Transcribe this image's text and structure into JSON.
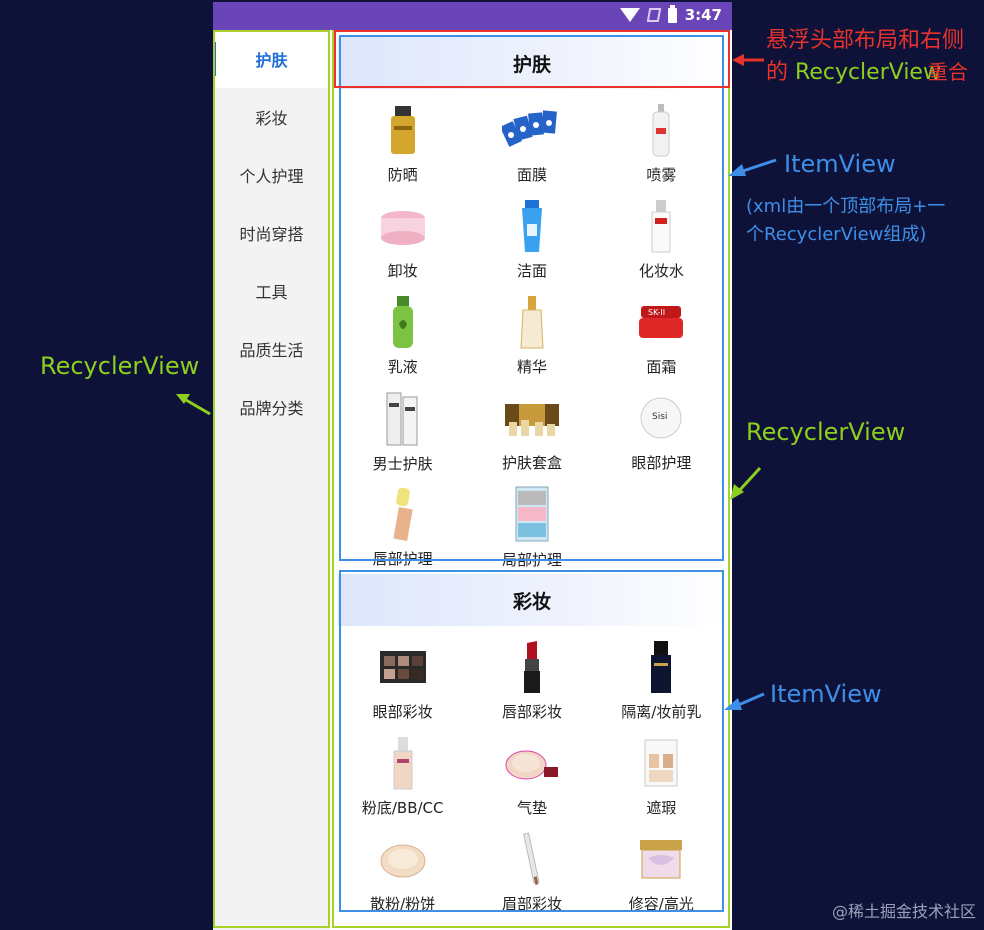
{
  "status_bar": {
    "time": "3:47",
    "icons": [
      "wifi-icon",
      "no-signal-icon",
      "battery-icon"
    ]
  },
  "sidebar": {
    "items": [
      {
        "label": "护肤",
        "active": true
      },
      {
        "label": "彩妆"
      },
      {
        "label": "个人护理"
      },
      {
        "label": "时尚穿搭"
      },
      {
        "label": "工具"
      },
      {
        "label": "品质生活"
      },
      {
        "label": "品牌分类"
      }
    ]
  },
  "sections": [
    {
      "title": "护肤",
      "items": [
        {
          "label": "防晒",
          "icon": "sunscreen-icon"
        },
        {
          "label": "面膜",
          "icon": "face-mask-icon"
        },
        {
          "label": "喷雾",
          "icon": "spray-icon"
        },
        {
          "label": "卸妆",
          "icon": "makeup-remover-icon"
        },
        {
          "label": "洁面",
          "icon": "cleanser-icon"
        },
        {
          "label": "化妆水",
          "icon": "toner-icon"
        },
        {
          "label": "乳液",
          "icon": "lotion-icon"
        },
        {
          "label": "精华",
          "icon": "essence-icon"
        },
        {
          "label": "面霜",
          "icon": "cream-icon"
        },
        {
          "label": "男士护肤",
          "icon": "mens-skincare-icon"
        },
        {
          "label": "护肤套盒",
          "icon": "skincare-set-icon"
        },
        {
          "label": "眼部护理",
          "icon": "eye-care-icon"
        },
        {
          "label": "唇部护理",
          "icon": "lip-care-icon"
        },
        {
          "label": "局部护理",
          "icon": "spot-care-icon"
        }
      ]
    },
    {
      "title": "彩妆",
      "items": [
        {
          "label": "眼部彩妆",
          "icon": "eyeshadow-icon"
        },
        {
          "label": "唇部彩妆",
          "icon": "lipstick-icon"
        },
        {
          "label": "隔离/妆前乳",
          "icon": "primer-icon"
        },
        {
          "label": "粉底/BB/CC",
          "icon": "foundation-icon"
        },
        {
          "label": "气垫",
          "icon": "cushion-icon"
        },
        {
          "label": "遮瑕",
          "icon": "concealer-icon"
        },
        {
          "label": "散粉/粉饼",
          "icon": "powder-icon"
        },
        {
          "label": "眉部彩妆",
          "icon": "brow-pencil-icon"
        },
        {
          "label": "修容/高光",
          "icon": "highlighter-icon"
        }
      ]
    }
  ],
  "annotations": {
    "floating_header_l1": "悬浮头部布局和右侧",
    "floating_header_l2a": "的",
    "floating_header_l2b": "RecyclerView",
    "floating_header_l2c": "重合",
    "itemview1": "ItemView",
    "itemview_desc_l1": "(xml由一个顶部布局+一",
    "itemview_desc_l2": "个RecyclerView组成)",
    "recyclerview_left": "RecyclerView",
    "recyclerview_right": "RecyclerView",
    "itemview2": "ItemView"
  },
  "watermark": "@稀土掘金技术社区",
  "colors": {
    "background": "#0e1238",
    "status_bar": "#6a45b8",
    "active_tab": "#1e6fd9",
    "annotation_red": "#e8322b",
    "annotation_green": "#8ccf1e",
    "annotation_blue": "#3d8fe8"
  }
}
